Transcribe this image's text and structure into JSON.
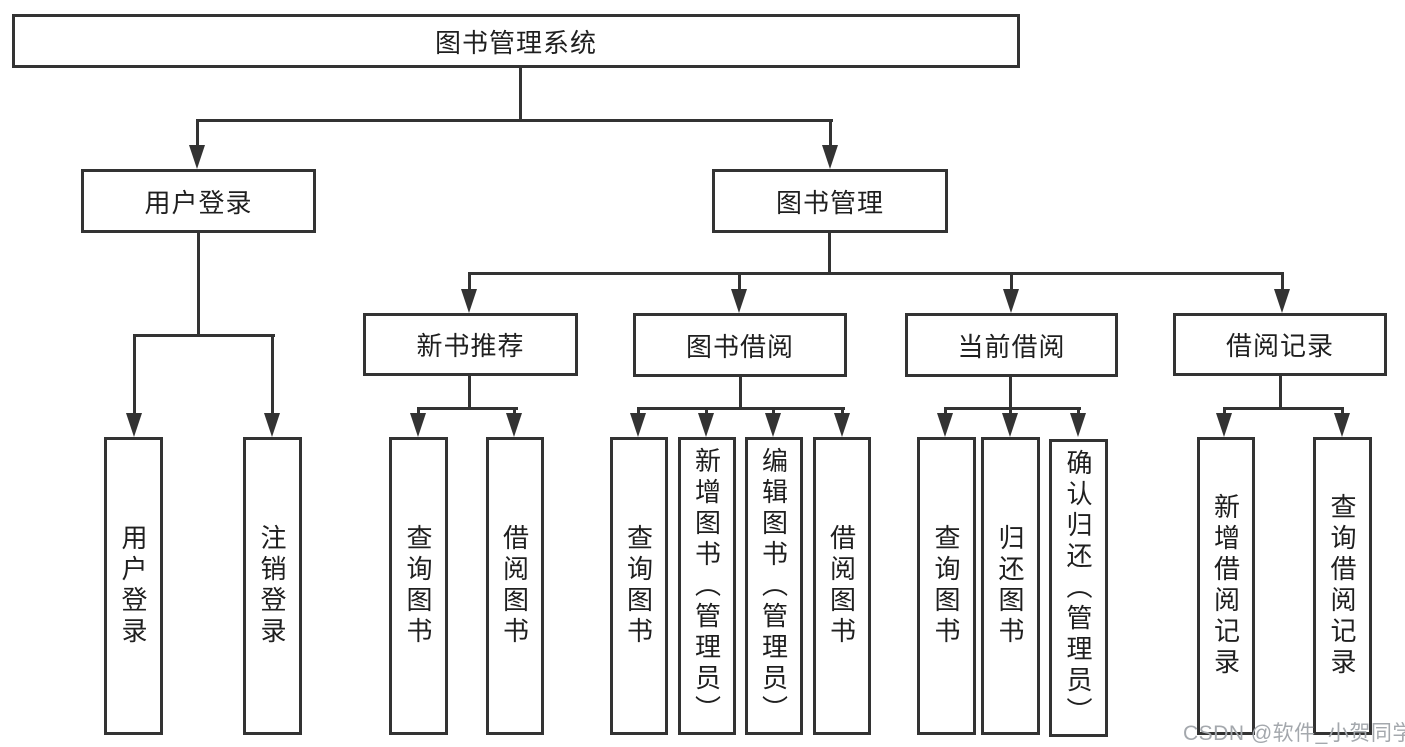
{
  "root": {
    "label": "图书管理系统"
  },
  "level2": {
    "user_login": {
      "label": "用户登录"
    },
    "book_mgmt": {
      "label": "图书管理"
    }
  },
  "level3": {
    "new_books": {
      "label": "新书推荐"
    },
    "book_borrow": {
      "label": "图书借阅"
    },
    "current_borrow": {
      "label": "当前借阅"
    },
    "borrow_records": {
      "label": "借阅记录"
    }
  },
  "leaves": {
    "user_login": {
      "label": "用户登录"
    },
    "logout": {
      "label": "注销登录"
    },
    "nb_query": {
      "label": "查询图书"
    },
    "nb_borrow": {
      "label": "借阅图书"
    },
    "bb_query": {
      "label": "查询图书"
    },
    "bb_add": {
      "label": "新增图书（管理员）"
    },
    "bb_edit": {
      "label": "编辑图书（管理员）"
    },
    "bb_borrow": {
      "label": "借阅图书"
    },
    "cb_query": {
      "label": "查询图书"
    },
    "cb_return": {
      "label": "归还图书"
    },
    "cb_confirm": {
      "label": "确认归还（管理员）"
    },
    "br_add": {
      "label": "新增借阅记录"
    },
    "br_query": {
      "label": "查询借阅记录"
    }
  },
  "watermark": {
    "text": "CSDN @软件_小贺同学"
  },
  "colors": {
    "line": "#333333",
    "text": "#1f1f1f",
    "watermark": "#a4a8ad",
    "background": "#ffffff"
  }
}
